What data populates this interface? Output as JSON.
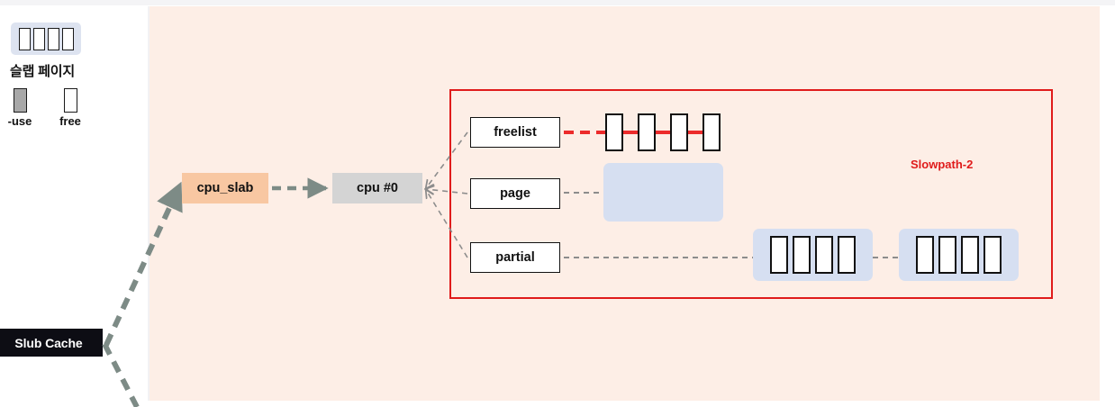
{
  "legend": {
    "slab_page_title": "슬랩 페이지",
    "slab_page_object_count": 4,
    "items": [
      {
        "label": "-use",
        "swatch": "filled-gray-box"
      },
      {
        "label": "free",
        "swatch": "empty-white-box"
      }
    ]
  },
  "nodes": {
    "slub_cache": "Slub Cache",
    "cpu_slab": "cpu_slab",
    "cpu_0": "cpu #0",
    "freelist": "freelist",
    "page": "page",
    "partial": "partial"
  },
  "annotations": {
    "slowpath_label": "Slowpath-2"
  },
  "structures": {
    "freelist_chain_objects": 4,
    "page_slab_objects": 0,
    "partial_groups": [
      {
        "objects": 4
      },
      {
        "objects": 4
      }
    ]
  },
  "colors": {
    "background": "#fdeee6",
    "panel": "#ffffff",
    "cpu_slab_fill": "#f8c7a2",
    "cpu0_fill": "#d4d4d4",
    "slab_page_fill": "#d6dff1",
    "slowpath_border": "#e01b1b",
    "slowpath_text": "#e01b1b",
    "freelist_link": "#ec2b2b",
    "connector": "#7d8b86",
    "slub_cache_fill": "#0d0d14"
  }
}
